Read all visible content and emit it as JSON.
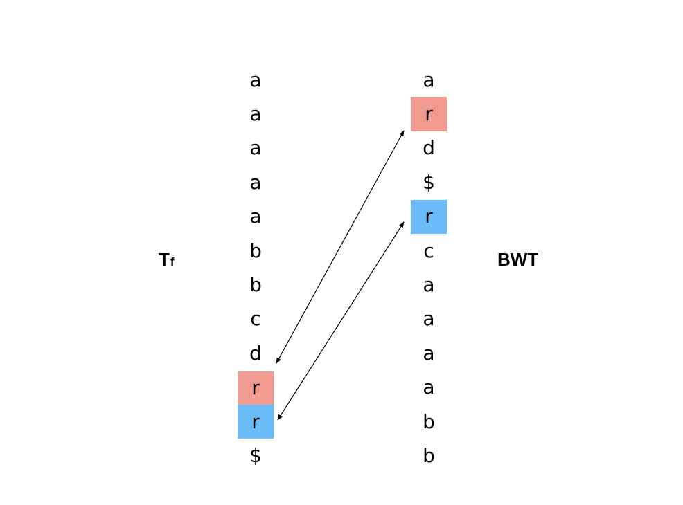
{
  "labels": {
    "tf_main": "T",
    "tf_sub": "f",
    "bwt": "BWT"
  },
  "tf_column": [
    {
      "char": "a",
      "highlight": ""
    },
    {
      "char": "a",
      "highlight": ""
    },
    {
      "char": "a",
      "highlight": ""
    },
    {
      "char": "a",
      "highlight": ""
    },
    {
      "char": "a",
      "highlight": ""
    },
    {
      "char": "b",
      "highlight": ""
    },
    {
      "char": "b",
      "highlight": ""
    },
    {
      "char": "c",
      "highlight": ""
    },
    {
      "char": "d",
      "highlight": ""
    },
    {
      "char": "r",
      "highlight": "red"
    },
    {
      "char": "r",
      "highlight": "blue"
    },
    {
      "char": "$",
      "highlight": ""
    }
  ],
  "bwt_column": [
    {
      "char": "a",
      "highlight": ""
    },
    {
      "char": "r",
      "highlight": "red"
    },
    {
      "char": "d",
      "highlight": ""
    },
    {
      "char": "$",
      "highlight": ""
    },
    {
      "char": "r",
      "highlight": "blue"
    },
    {
      "char": "c",
      "highlight": ""
    },
    {
      "char": "a",
      "highlight": ""
    },
    {
      "char": "a",
      "highlight": ""
    },
    {
      "char": "a",
      "highlight": ""
    },
    {
      "char": "a",
      "highlight": ""
    },
    {
      "char": "b",
      "highlight": ""
    },
    {
      "char": "b",
      "highlight": ""
    }
  ],
  "colors": {
    "red": "#f19a90",
    "blue": "#6cbcfa"
  },
  "arrows": [
    {
      "from_bwt_index": 1,
      "to_tf_index": 9,
      "bidirectional": true
    },
    {
      "from_bwt_index": 4,
      "to_tf_index": 10,
      "bidirectional": true
    }
  ]
}
